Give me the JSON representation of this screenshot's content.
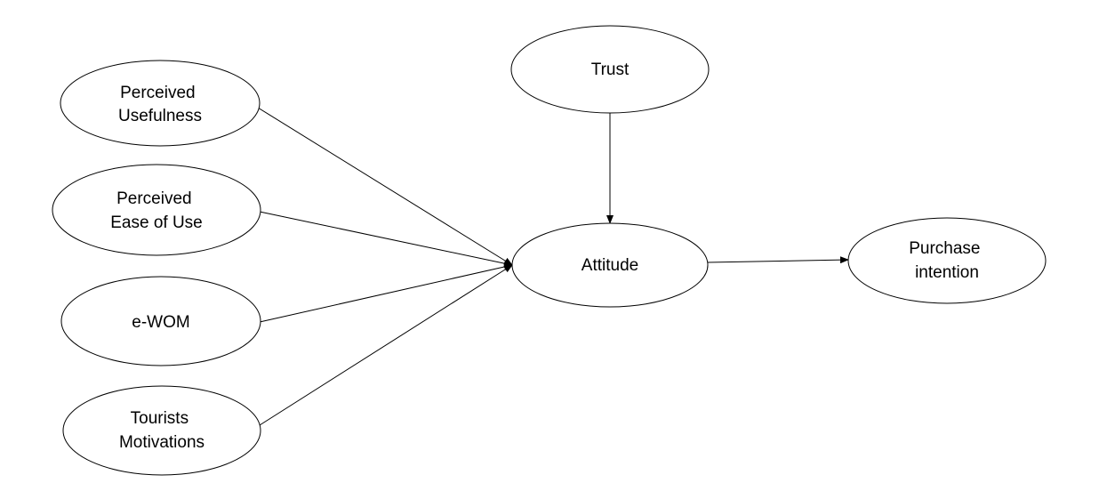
{
  "nodes": {
    "perceived_usefulness": {
      "lines": [
        "Perceived",
        "Usefulness"
      ]
    },
    "perceived_ease_of_use": {
      "lines": [
        "Perceived",
        "Ease of Use"
      ]
    },
    "ewom": {
      "lines": [
        "e-WOM"
      ]
    },
    "tourists_motivations": {
      "lines": [
        "Tourists",
        "Motivations"
      ]
    },
    "trust": {
      "lines": [
        "Trust"
      ]
    },
    "attitude": {
      "lines": [
        "Attitude"
      ]
    },
    "purchase_intention": {
      "lines": [
        "Purchase",
        "intention"
      ]
    }
  },
  "edges": [
    {
      "from": "perceived_usefulness",
      "to": "attitude"
    },
    {
      "from": "perceived_ease_of_use",
      "to": "attitude"
    },
    {
      "from": "ewom",
      "to": "attitude"
    },
    {
      "from": "tourists_motivations",
      "to": "attitude"
    },
    {
      "from": "trust",
      "to": "attitude"
    },
    {
      "from": "attitude",
      "to": "purchase_intention"
    }
  ]
}
